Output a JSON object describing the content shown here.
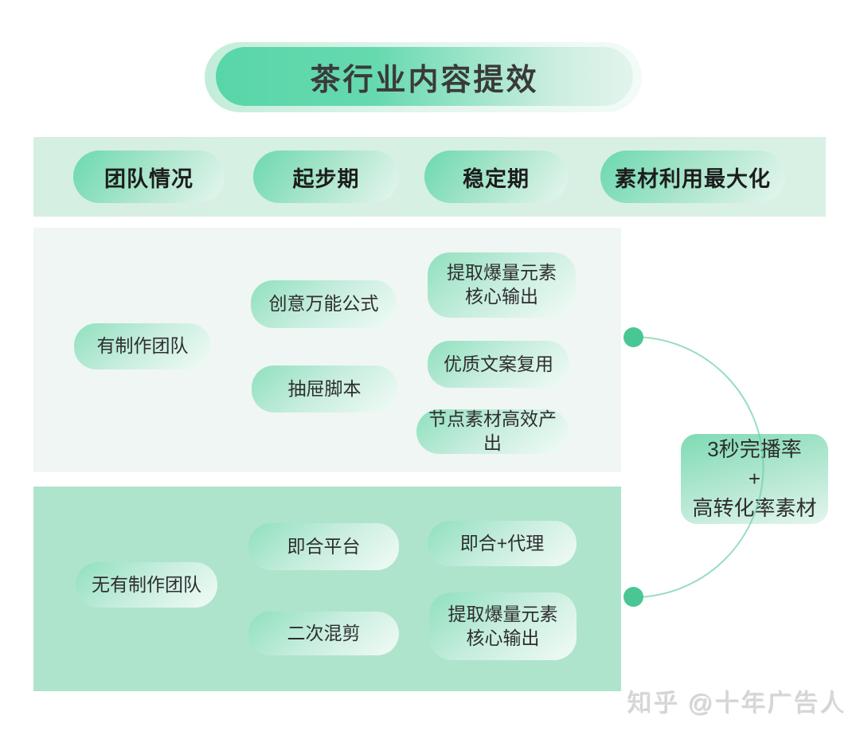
{
  "title": "茶行业内容提效",
  "columns": {
    "team": "团队情况",
    "startup": "起步期",
    "stable": "稳定期",
    "material": "素材利用最大化"
  },
  "row_with_team": {
    "team": "有制作团队",
    "startup": [
      "创意万能公式",
      "抽屉脚本"
    ],
    "stable": [
      "提取爆量元素\n核心输出",
      "优质文案复用",
      "节点素材高效产出"
    ]
  },
  "row_without_team": {
    "team": "无有制作团队",
    "startup": [
      "即合平台",
      "二次混剪"
    ],
    "stable": [
      "即合+代理",
      "提取爆量元素\n核心输出"
    ]
  },
  "result": {
    "line1": "3秒完播率",
    "line2": "+",
    "line3": "高转化率素材"
  },
  "watermark": "知乎 @十年广告人",
  "colors": {
    "accent_green": "#58d6a9",
    "band_green": "#d6f0e3",
    "panel_light": "#f0f6f3",
    "panel_green": "#aee4cc",
    "dot_green": "#49c694",
    "arc_green": "#6fd0a4",
    "text_dark": "#2e2e2e",
    "watermark_gray": "#d7d7d7"
  }
}
